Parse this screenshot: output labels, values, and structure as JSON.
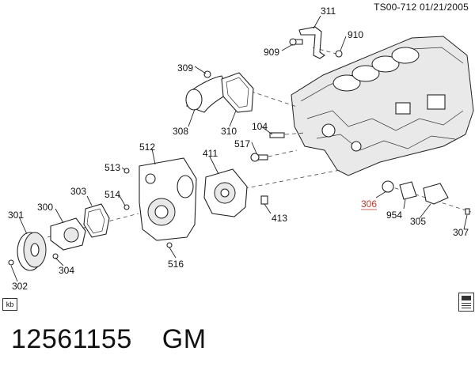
{
  "header": {
    "code": "TS00-712",
    "date": "01/21/2005"
  },
  "callouts": {
    "c311": "311",
    "c909": "909",
    "c910": "910",
    "c309": "309",
    "c308": "308",
    "c310": "310",
    "c104": "104",
    "c517": "517",
    "c512": "512",
    "c411": "411",
    "c513": "513",
    "c514": "514",
    "c303": "303",
    "c300": "300",
    "c301": "301",
    "c302": "302",
    "c304": "304",
    "c516": "516",
    "c413": "413",
    "c306": "306",
    "c954": "954",
    "c305": "305",
    "c307": "307"
  },
  "highlighted_callout": "306",
  "corner_badge": "kb",
  "footer": {
    "part_number": "12561155",
    "brand": "GM"
  },
  "icons": [
    "engine-block-icon",
    "manual-book-icon"
  ]
}
